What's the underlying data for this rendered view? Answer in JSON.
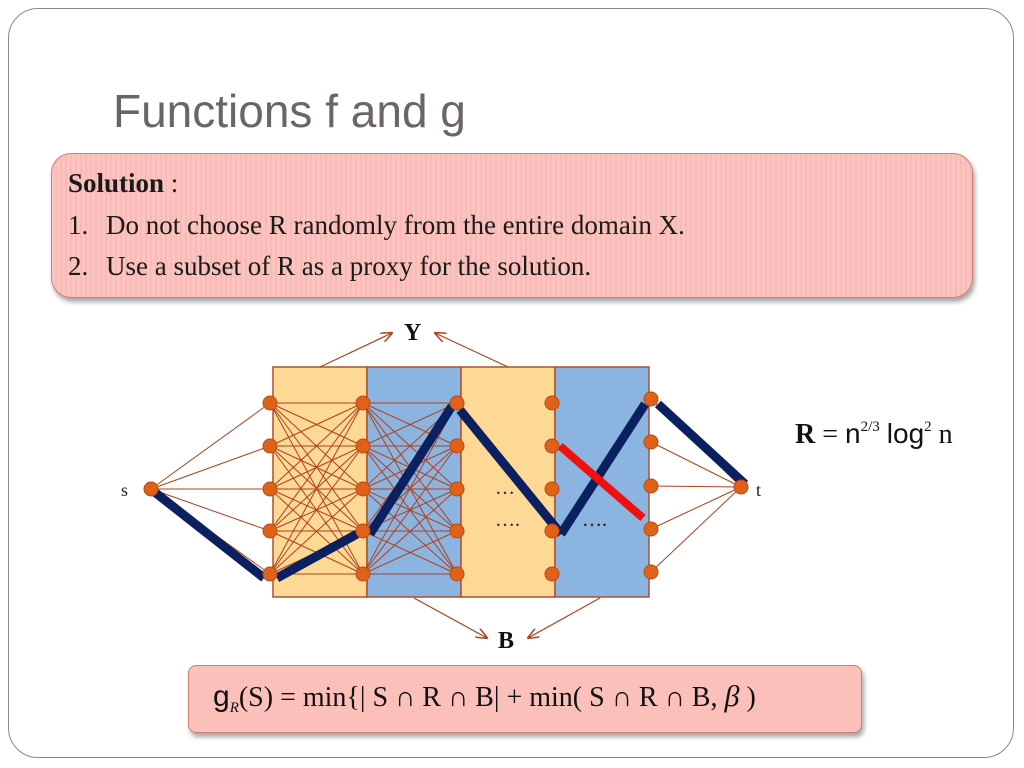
{
  "slide": {
    "title": "Functions f and g"
  },
  "solution": {
    "heading": "Solution",
    "separator": ":",
    "items": [
      {
        "number": "1.",
        "text": "Do not choose R randomly from the entire domain X."
      },
      {
        "number": "2.",
        "text": "Use a subset of R as a proxy for the solution."
      }
    ]
  },
  "diagram": {
    "labels": {
      "source": "s",
      "sink": "t",
      "top": "Y",
      "bottom": "B",
      "dots_1": "…",
      "dots_2": "….",
      "dots_3": "…."
    },
    "colors": {
      "yellow_column": "#fdd995",
      "blue_column": "#8bb4e0",
      "node": "#e06218",
      "edge": "#b0401a",
      "path": "#0a2060",
      "red_path": "#f01010"
    }
  },
  "formula_r": {
    "lhs": "R",
    "equals": "=",
    "n": "n",
    "exponent": "2/3",
    "log": "log",
    "log_exponent": "2",
    "log_arg": "n"
  },
  "formula_g": {
    "g": "g",
    "subscript": "R",
    "body": "(S) = min{| S ∩ R ∩ B| + min( S ∩ R ∩ B, ",
    "beta": "β",
    "close": " )"
  }
}
